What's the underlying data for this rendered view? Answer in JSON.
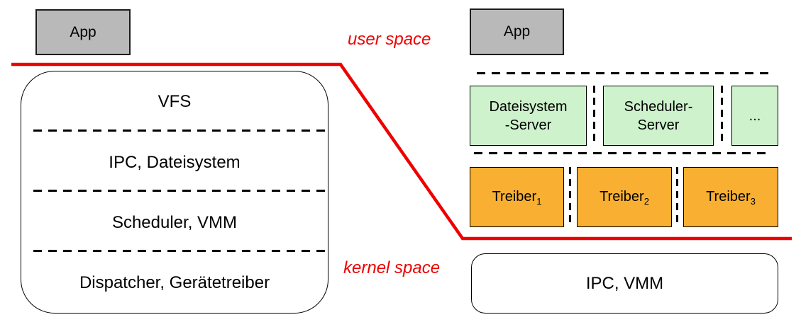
{
  "colors": {
    "red": "#ee0000",
    "gray_fill": "#b9b9b9",
    "green_fill": "#cdf2cc",
    "orange_fill": "#f9b032",
    "box_border": "#000000"
  },
  "boundary": {
    "user_label": "user space",
    "kernel_label": "kernel space"
  },
  "monolith": {
    "app_label": "App",
    "layers": [
      "VFS",
      "IPC, Dateisystem",
      "Scheduler, VMM",
      "Dispatcher, Gerätetreiber"
    ]
  },
  "microkernel": {
    "app_label": "App",
    "servers": [
      {
        "line1": "Dateisystem",
        "line2": "-Server"
      },
      {
        "line1": "Scheduler-",
        "line2": "Server"
      },
      {
        "line1": "..."
      }
    ],
    "drivers": [
      {
        "base": "Treiber",
        "sub": "1"
      },
      {
        "base": "Treiber",
        "sub": "2"
      },
      {
        "base": "Treiber",
        "sub": "3"
      }
    ],
    "kernel_label": "IPC, VMM"
  }
}
